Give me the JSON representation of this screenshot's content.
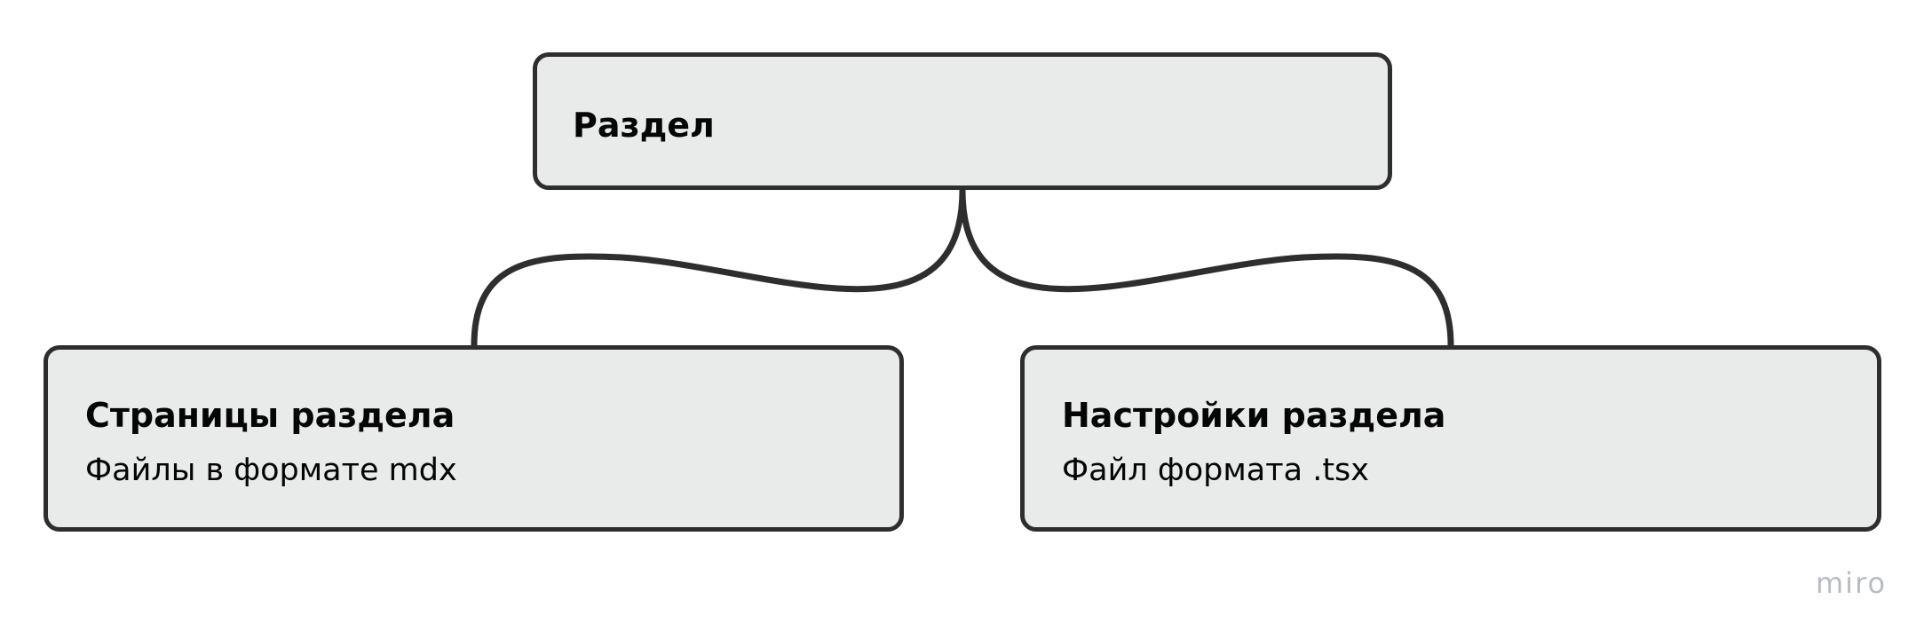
{
  "diagram": {
    "root": {
      "title": "Раздел"
    },
    "children": [
      {
        "title": "Страницы раздела",
        "description": "Файлы в формате mdx"
      },
      {
        "title": "Настройки раздела",
        "description": "Файл формата .tsx"
      }
    ]
  },
  "watermark": "miro",
  "colors": {
    "node_fill": "#e9eaea",
    "node_border": "#2e2e2e",
    "connector": "#2e2e2e",
    "text": "#050505",
    "watermark": "#b9bcc5"
  }
}
